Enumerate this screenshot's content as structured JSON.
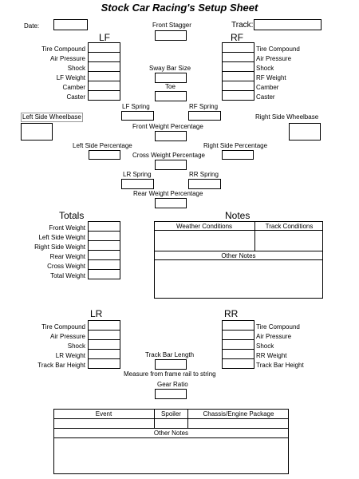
{
  "title": "Stock Car Racing's Setup Sheet",
  "top": {
    "date": "Date:",
    "front_stagger": "Front Stagger",
    "track": "Track:"
  },
  "lf": {
    "heading": "LF",
    "fields": [
      "Tire Compound",
      "Air Pressure",
      "Shock",
      "LF Weight",
      "Camber",
      "Caster"
    ]
  },
  "rf": {
    "heading": "RF",
    "fields": [
      "Tire Compound",
      "Air Pressure",
      "Shock",
      "RF Weight",
      "Camber",
      "Caster"
    ]
  },
  "center": {
    "sway_bar_size": "Sway Bar Size",
    "toe": "Toe",
    "lf_spring": "LF Spring",
    "rf_spring": "RF Spring",
    "left_side_wheelbase": "Left Side Wheelbase",
    "right_side_wheelbase": "Right Side Wheelbase",
    "front_weight_percentage": "Front Weight Percentage",
    "left_side_percentage": "Left Side Percentage",
    "right_side_percentage": "Right Side Percentage",
    "cross_weight_percentage": "Cross Weight Percentage",
    "lr_spring": "LR Spring",
    "rr_spring": "RR Spring",
    "rear_weight_percentage": "Rear Weight Percentage"
  },
  "totals": {
    "heading": "Totals",
    "fields": [
      "Front Weight",
      "Left Side Weight",
      "Right Side Weight",
      "Rear Weight",
      "Cross Weight",
      "Total Weight"
    ]
  },
  "notes": {
    "heading": "Notes",
    "weather_conditions": "Weather Conditions",
    "track_conditions": "Track Conditions",
    "other_notes": "Other Notes"
  },
  "lr": {
    "heading": "LR",
    "fields": [
      "Tire Compound",
      "Air Pressure",
      "Shock",
      "LR Weight",
      "Track Bar Height"
    ]
  },
  "rr": {
    "heading": "RR",
    "fields": [
      "Tire Compound",
      "Air Pressure",
      "Shock",
      "RR Weight",
      "Track Bar Height"
    ]
  },
  "rear_center": {
    "track_bar_length": "Track Bar Length",
    "measure_note": "Measure from frame rail to string",
    "gear_ratio": "Gear Ratio"
  },
  "event_table": {
    "event": "Event",
    "spoiler": "Spoiler",
    "chassis_engine": "Chassis/Engine Package",
    "other_notes": "Other Notes"
  }
}
